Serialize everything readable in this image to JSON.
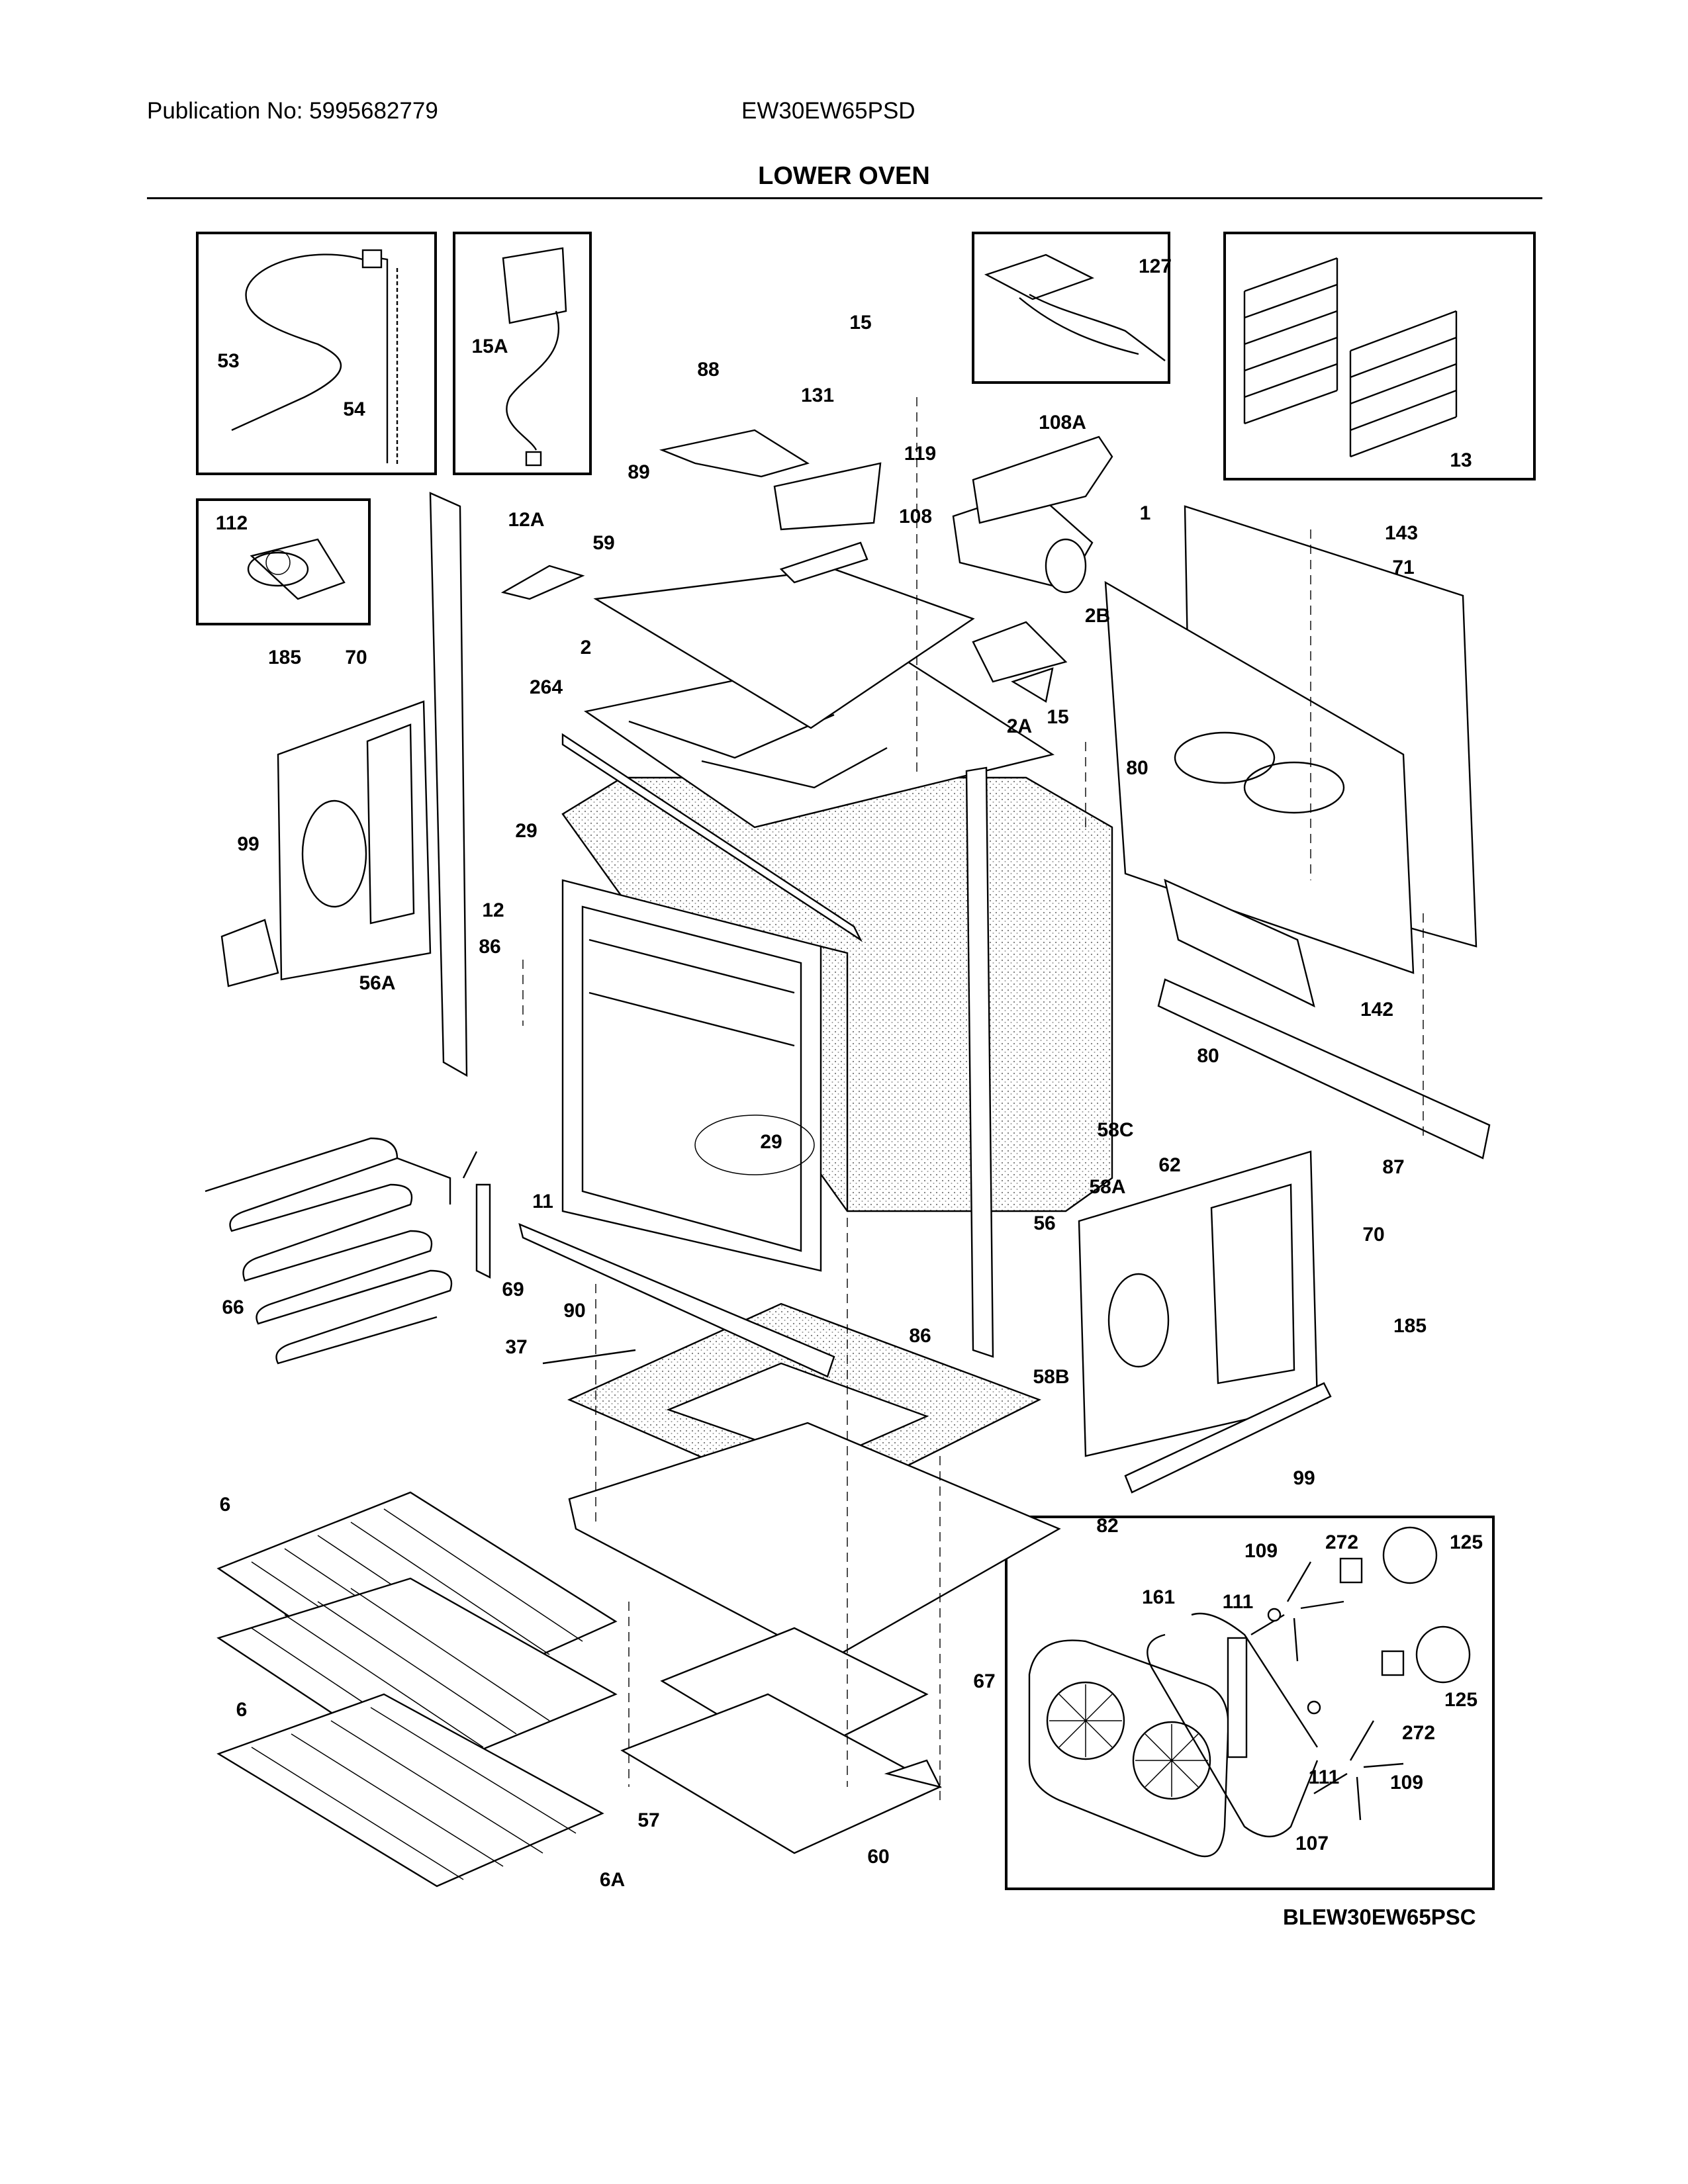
{
  "header": {
    "publication": "Publication No: 5995682779",
    "model": "EW30EW65PSD",
    "section_title": "LOWER OVEN"
  },
  "footer": {
    "drawing_code": "BLEW30EW65PSC"
  },
  "labels": {
    "l53": "53",
    "l54": "54",
    "l15A": "15A",
    "l15": "15",
    "l88": "88",
    "l131": "131",
    "l127": "127",
    "l13": "13",
    "l119": "119",
    "l108A": "108A",
    "l89": "89",
    "l108": "108",
    "l112": "112",
    "l12A": "12A",
    "l59": "59",
    "l1": "1",
    "l143": "143",
    "l71": "71",
    "l2B": "2B",
    "l185a": "185",
    "l70a": "70",
    "l2": "2",
    "l264": "264",
    "l2A": "2A",
    "l15b": "15",
    "l80a": "80",
    "l99a": "99",
    "l29a": "29",
    "l12": "12",
    "l86a": "86",
    "l56A": "56A",
    "l142": "142",
    "l80b": "80",
    "l58C": "58C",
    "l62": "62",
    "l29b": "29",
    "l87": "87",
    "l58A": "58A",
    "l11": "11",
    "l56": "56",
    "l70b": "70",
    "l66": "66",
    "l69": "69",
    "l90": "90",
    "l86b": "86",
    "l185b": "185",
    "l37": "37",
    "l58B": "58B",
    "l99b": "99",
    "l6a": "6",
    "l82": "82",
    "l109a": "109",
    "l272a": "272",
    "l125a": "125",
    "l161": "161",
    "l111a": "111",
    "l6b": "6",
    "l67": "67",
    "l125b": "125",
    "l272b": "272",
    "l111b": "111",
    "l109b": "109",
    "l57": "57",
    "l60": "60",
    "l107": "107",
    "l6A": "6A"
  }
}
